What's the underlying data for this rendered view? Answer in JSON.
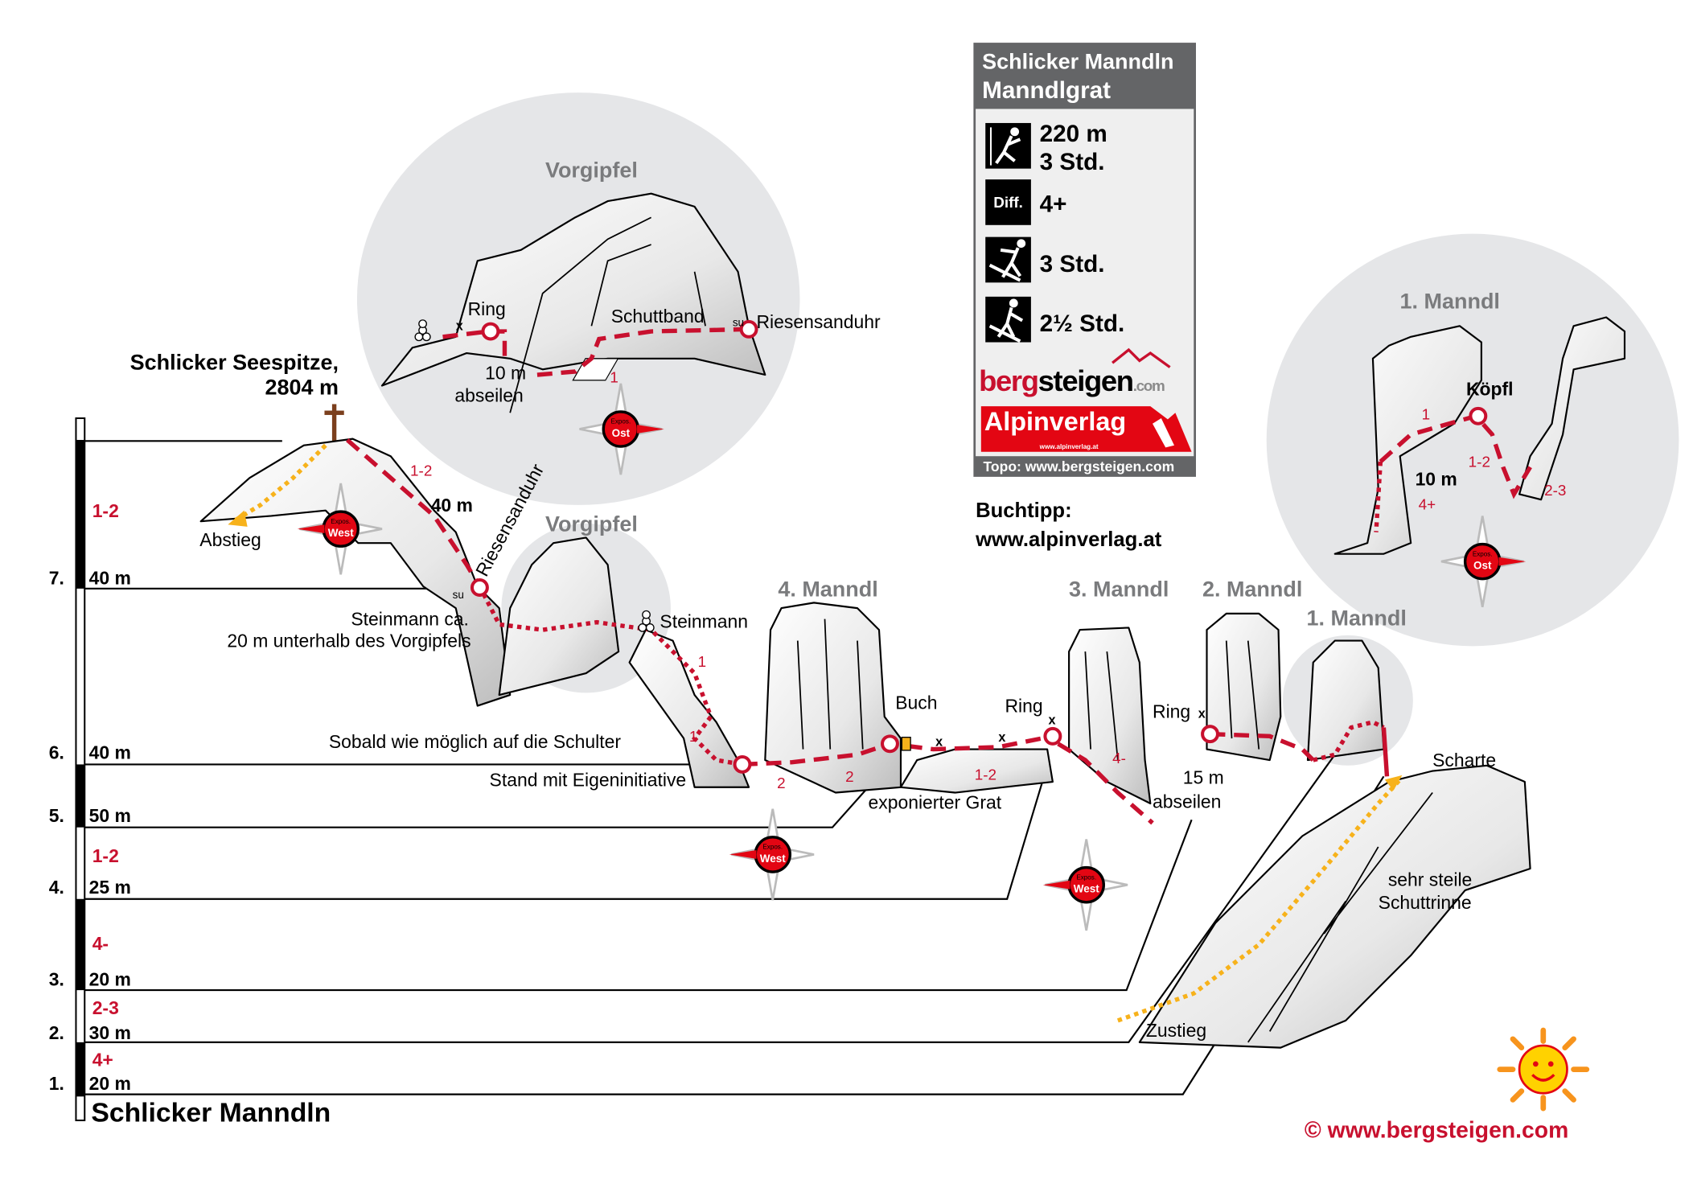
{
  "title": "Schlicker Manndln",
  "summit": {
    "name": "Schlicker Seespitze,",
    "altitude": "2804 m"
  },
  "info_box": {
    "title_line1": "Schlicker Manndln",
    "title_line2": "Manndlgrat",
    "climb_length": "220 m",
    "climb_time": "3 Std.",
    "diff_label": "Diff.",
    "difficulty": "4+",
    "approach_time": "3 Std.",
    "descent_time": "2½ Std.",
    "logo_bergsteigen_red": "berg",
    "logo_bergsteigen_black": "steigen",
    "logo_bergsteigen_com": ".com",
    "logo_alpinverlag": "Alpinverlag",
    "logo_alpinverlag_url": "www.alpinverlag.at",
    "footer": "Topo: www.bergsteigen.com"
  },
  "buchtipp": {
    "label": "Buchtipp:",
    "url": "www.alpinverlag.at"
  },
  "pitches": [
    {
      "number": "7.",
      "length": "40 m",
      "grade": "1-2"
    },
    {
      "number": "6.",
      "length": "40 m",
      "grade": ""
    },
    {
      "number": "5.",
      "length": "50 m",
      "grade": ""
    },
    {
      "number": "4.",
      "length": "25 m",
      "grade": "1-2"
    },
    {
      "number": "3.",
      "length": "20 m",
      "grade": "4-"
    },
    {
      "number": "2.",
      "length": "30 m",
      "grade": "2-3"
    },
    {
      "number": "1.",
      "length": "20 m",
      "grade": "4+"
    }
  ],
  "peaks": {
    "vorgipfel": "Vorgipfel",
    "manndl4": "4. Manndl",
    "manndl3": "3. Manndl",
    "manndl2": "2. Manndl",
    "manndl1": "1. Manndl"
  },
  "labels": {
    "abstieg": "Abstieg",
    "forty_m": "40 m",
    "riesensanduhr": "Riesensanduhr",
    "su": "su",
    "steinmann_ca": "Steinmann ca.",
    "unterhalb": "20 m unterhalb des Vorgipfels",
    "steinmann": "Steinmann",
    "sobald": "Sobald wie möglich auf die Schulter",
    "stand": "Stand mit Eigeninitiative",
    "buch": "Buch",
    "ring": "Ring",
    "x": "x",
    "exponiert": "exponierter Grat",
    "fifteen_m": "15 m",
    "abseilen": "abseilen",
    "scharte": "Scharte",
    "schuttrinne1": "sehr steile",
    "schuttrinne2": "Schuttrinne",
    "zustieg": "Zustieg",
    "ten_m": "10 m",
    "schuttband": "Schuttband",
    "koepfl": "Köpfl",
    "copyright": "©  www.bergsteigen.com"
  },
  "grades_on_route": {
    "g12_top": "1-2",
    "g1a": "1",
    "g1b": "1",
    "g2a": "2",
    "g2b": "2",
    "g12_grat": "1-2",
    "g4minus": "4-",
    "inset_g1": "1",
    "m1_g1": "1",
    "m1_g12": "1-2",
    "m1_g23": "2-3",
    "m1_g4plus": "4+"
  },
  "exposure": {
    "expos": "Expos.",
    "west": "West",
    "ost": "Ost"
  },
  "colors": {
    "route": "#c8102e",
    "descent": "#f7b21b",
    "inset_bg": "#e5e6e8",
    "box_header": "#646567"
  }
}
